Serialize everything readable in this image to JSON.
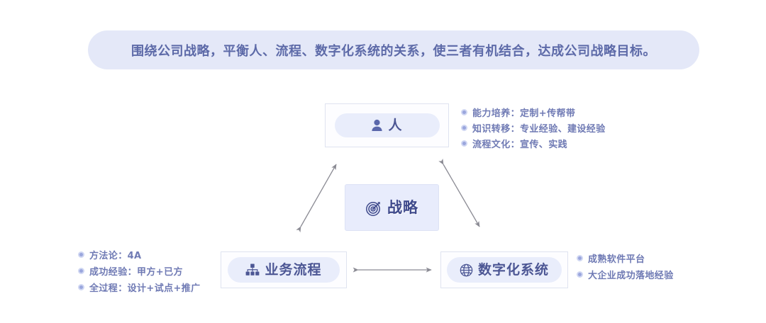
{
  "banner": {
    "text": "围绕公司战略，平衡人、流程、数字化系统的关系，使三者有机结合，达成公司战略目标。"
  },
  "nodes": {
    "people": {
      "label": "人",
      "icon": "person-icon"
    },
    "strategy": {
      "label": "战略",
      "icon": "target-icon"
    },
    "process": {
      "label": "业务流程",
      "icon": "sitemap-icon"
    },
    "digital": {
      "label": "数字化系统",
      "icon": "globe-icon"
    }
  },
  "lists": {
    "people": [
      "能力培养：定制+传帮带",
      "知识转移：专业经验、建设经验",
      "流程文化：宣传、实践"
    ],
    "process": [
      "方法论：4A",
      "成功经验：甲方+已方",
      "全过程：设计+试点+推广"
    ],
    "digital": [
      "成熟软件平台",
      "大企业成功落地经验"
    ]
  },
  "connectors": [
    {
      "name": "strategy-to-people-left",
      "style": "double-headed-diagonal"
    },
    {
      "name": "strategy-to-people-right",
      "style": "double-headed-diagonal"
    },
    {
      "name": "process-to-digital",
      "style": "double-headed-horizontal"
    }
  ],
  "colors": {
    "banner_bg": "#e4e8f8",
    "banner_text": "#5d6aa8",
    "node_border": "#dfe3f0",
    "pill_bg": "#e9edfb",
    "label_text": "#4c5694",
    "bullet_dot": "#9aa6dd",
    "bullet_text": "#6f7ab4",
    "arrow": "#8b8b94",
    "strategy_bg": "#e8ecfc",
    "page_bg": "#ffffff"
  }
}
